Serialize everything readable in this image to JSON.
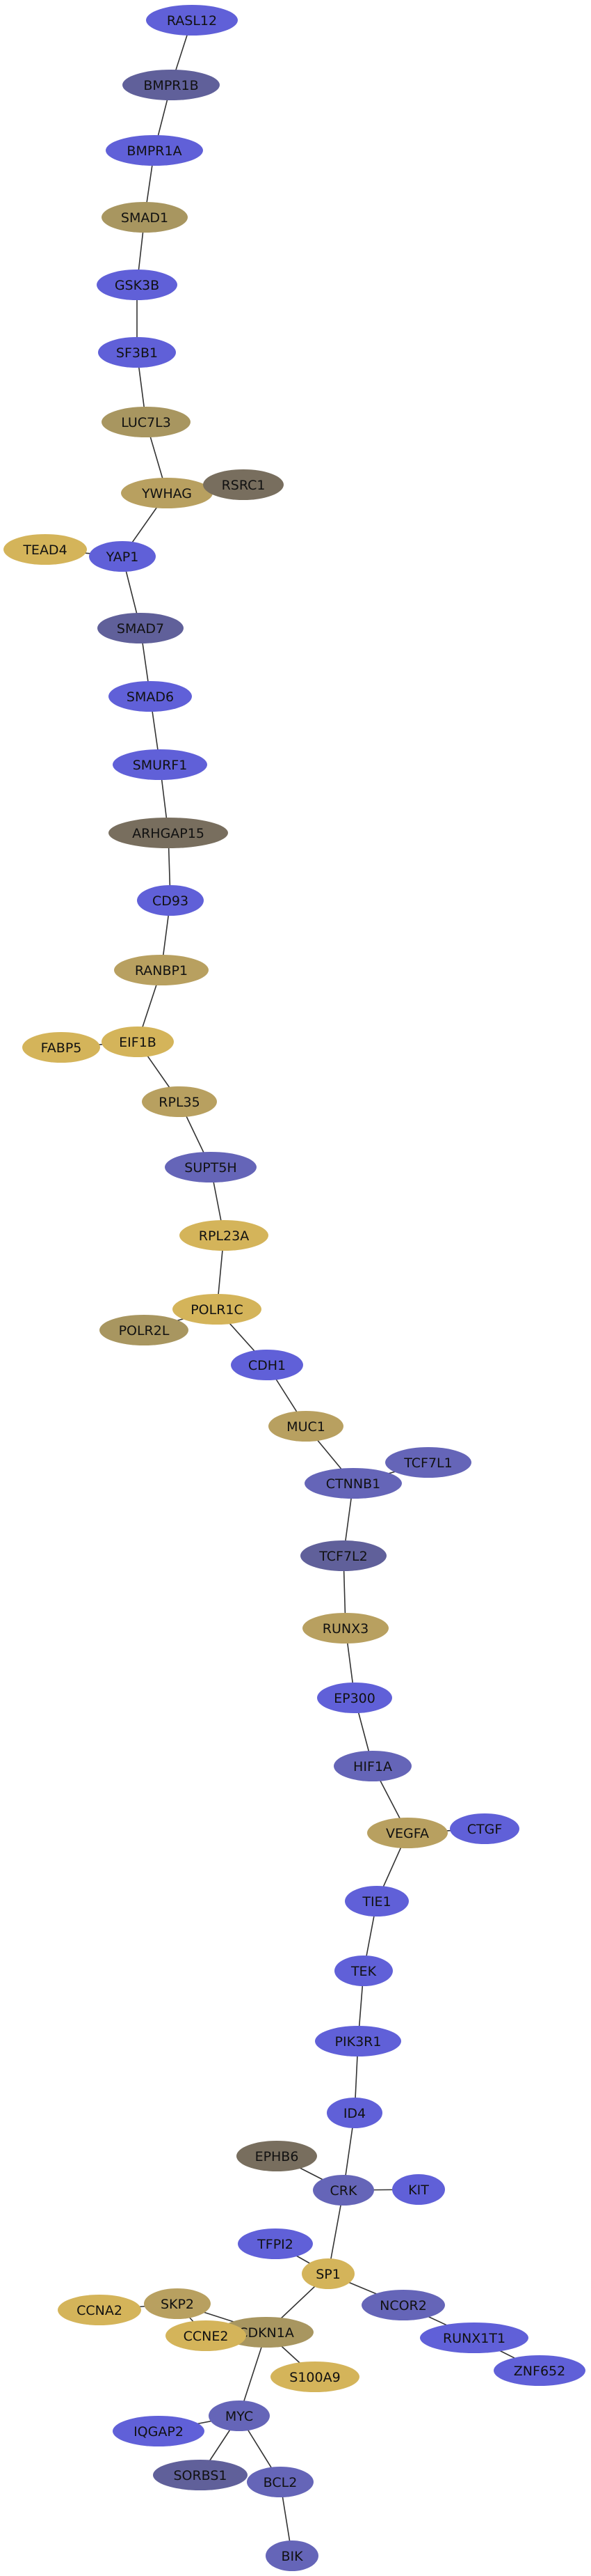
{
  "colors": {
    "blue": "#6060d8",
    "blue_dark": "#6565b8",
    "navy": "#60609a",
    "gold": "#b8a060",
    "gold_light": "#d4b45a",
    "olive": "#a89660",
    "gray": "#786e5e"
  },
  "nodes": [
    {
      "id": "RASL12",
      "color": "blue"
    },
    {
      "id": "BMPR1B",
      "color": "navy"
    },
    {
      "id": "BMPR1A",
      "color": "blue"
    },
    {
      "id": "SMAD1",
      "color": "olive"
    },
    {
      "id": "GSK3B",
      "color": "blue"
    },
    {
      "id": "SF3B1",
      "color": "blue"
    },
    {
      "id": "LUC7L3",
      "color": "olive"
    },
    {
      "id": "YWHAG",
      "color": "gold"
    },
    {
      "id": "RSRC1",
      "color": "gray"
    },
    {
      "id": "TEAD4",
      "color": "gold_light"
    },
    {
      "id": "YAP1",
      "color": "blue"
    },
    {
      "id": "SMAD7",
      "color": "navy"
    },
    {
      "id": "SMAD6",
      "color": "blue"
    },
    {
      "id": "SMURF1",
      "color": "blue"
    },
    {
      "id": "ARHGAP15",
      "color": "gray"
    },
    {
      "id": "CD93",
      "color": "blue"
    },
    {
      "id": "RANBP1",
      "color": "gold"
    },
    {
      "id": "FABP5",
      "color": "gold_light"
    },
    {
      "id": "EIF1B",
      "color": "gold_light"
    },
    {
      "id": "RPL35",
      "color": "gold"
    },
    {
      "id": "SUPT5H",
      "color": "blue_dark"
    },
    {
      "id": "RPL23A",
      "color": "gold_light"
    },
    {
      "id": "POLR1C",
      "color": "gold_light"
    },
    {
      "id": "POLR2L",
      "color": "olive"
    },
    {
      "id": "CDH1",
      "color": "blue"
    },
    {
      "id": "MUC1",
      "color": "gold"
    },
    {
      "id": "TCF7L1",
      "color": "blue_dark"
    },
    {
      "id": "CTNNB1",
      "color": "blue_dark"
    },
    {
      "id": "TCF7L2",
      "color": "navy"
    },
    {
      "id": "RUNX3",
      "color": "gold"
    },
    {
      "id": "EP300",
      "color": "blue"
    },
    {
      "id": "HIF1A",
      "color": "blue_dark"
    },
    {
      "id": "VEGFA",
      "color": "gold"
    },
    {
      "id": "CTGF",
      "color": "blue"
    },
    {
      "id": "TIE1",
      "color": "blue"
    },
    {
      "id": "TEK",
      "color": "blue"
    },
    {
      "id": "PIK3R1",
      "color": "blue"
    },
    {
      "id": "ID4",
      "color": "blue"
    },
    {
      "id": "EPHB6",
      "color": "gray"
    },
    {
      "id": "CRK",
      "color": "blue_dark"
    },
    {
      "id": "KIT",
      "color": "blue"
    },
    {
      "id": "TFPI2",
      "color": "blue"
    },
    {
      "id": "SP1",
      "color": "gold_light"
    },
    {
      "id": "NCOR2",
      "color": "blue_dark"
    },
    {
      "id": "SKP2",
      "color": "gold"
    },
    {
      "id": "CCNA2",
      "color": "gold_light"
    },
    {
      "id": "CDKN1A",
      "color": "olive"
    },
    {
      "id": "CCNE2",
      "color": "gold_light"
    },
    {
      "id": "RUNX1T1",
      "color": "blue"
    },
    {
      "id": "ZNF652",
      "color": "blue"
    },
    {
      "id": "S100A9",
      "color": "gold_light"
    },
    {
      "id": "MYC",
      "color": "blue_dark"
    },
    {
      "id": "IQGAP2",
      "color": "blue"
    },
    {
      "id": "SORBS1",
      "color": "navy"
    },
    {
      "id": "BCL2",
      "color": "blue_dark"
    },
    {
      "id": "BIK",
      "color": "blue_dark"
    }
  ],
  "edges": [
    [
      "RASL12",
      "BMPR1B"
    ],
    [
      "BMPR1B",
      "BMPR1A"
    ],
    [
      "BMPR1A",
      "SMAD1"
    ],
    [
      "SMAD1",
      "GSK3B"
    ],
    [
      "GSK3B",
      "SF3B1"
    ],
    [
      "SF3B1",
      "LUC7L3"
    ],
    [
      "LUC7L3",
      "YWHAG"
    ],
    [
      "YWHAG",
      "RSRC1"
    ],
    [
      "YWHAG",
      "YAP1"
    ],
    [
      "TEAD4",
      "YAP1"
    ],
    [
      "YAP1",
      "SMAD7"
    ],
    [
      "SMAD7",
      "SMAD6"
    ],
    [
      "SMAD6",
      "SMURF1"
    ],
    [
      "SMURF1",
      "ARHGAP15"
    ],
    [
      "ARHGAP15",
      "CD93"
    ],
    [
      "CD93",
      "RANBP1"
    ],
    [
      "RANBP1",
      "EIF1B"
    ],
    [
      "FABP5",
      "EIF1B"
    ],
    [
      "EIF1B",
      "RPL35"
    ],
    [
      "RPL35",
      "SUPT5H"
    ],
    [
      "SUPT5H",
      "RPL23A"
    ],
    [
      "RPL23A",
      "POLR1C"
    ],
    [
      "POLR1C",
      "POLR2L"
    ],
    [
      "POLR1C",
      "CDH1"
    ],
    [
      "CDH1",
      "MUC1"
    ],
    [
      "MUC1",
      "CTNNB1"
    ],
    [
      "CTNNB1",
      "TCF7L1"
    ],
    [
      "CTNNB1",
      "TCF7L2"
    ],
    [
      "TCF7L2",
      "RUNX3"
    ],
    [
      "RUNX3",
      "EP300"
    ],
    [
      "EP300",
      "HIF1A"
    ],
    [
      "HIF1A",
      "VEGFA"
    ],
    [
      "VEGFA",
      "CTGF"
    ],
    [
      "VEGFA",
      "TIE1"
    ],
    [
      "TIE1",
      "TEK"
    ],
    [
      "TEK",
      "PIK3R1"
    ],
    [
      "PIK3R1",
      "ID4"
    ],
    [
      "ID4",
      "CRK"
    ],
    [
      "EPHB6",
      "CRK"
    ],
    [
      "CRK",
      "KIT"
    ],
    [
      "CRK",
      "SP1"
    ],
    [
      "TFPI2",
      "SP1"
    ],
    [
      "SP1",
      "NCOR2"
    ],
    [
      "SP1",
      "CDKN1A"
    ],
    [
      "NCOR2",
      "RUNX1T1"
    ],
    [
      "RUNX1T1",
      "ZNF652"
    ],
    [
      "CCNA2",
      "SKP2"
    ],
    [
      "SKP2",
      "CDKN1A"
    ],
    [
      "SKP2",
      "CCNE2"
    ],
    [
      "CCNE2",
      "CDKN1A"
    ],
    [
      "CDKN1A",
      "S100A9"
    ],
    [
      "CDKN1A",
      "MYC"
    ],
    [
      "MYC",
      "SORBS1"
    ],
    [
      "MYC",
      "BCL2"
    ],
    [
      "IQGAP2",
      "MYC"
    ],
    [
      "BCL2",
      "BIK"
    ]
  ]
}
